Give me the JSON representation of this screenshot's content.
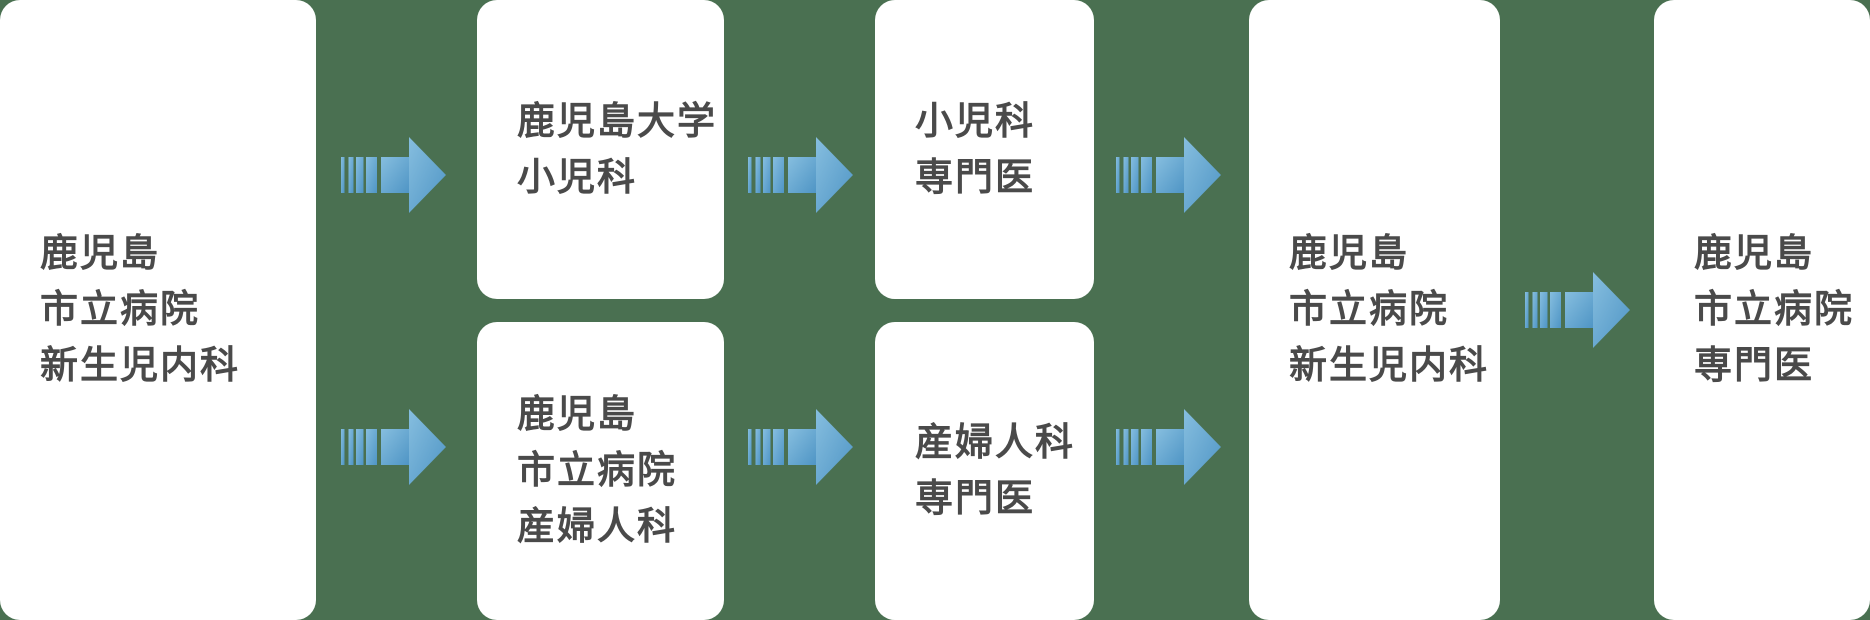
{
  "diagram": {
    "title": "medical training career flow",
    "colors": {
      "background": "#4a7051",
      "box": "#ffffff",
      "text": "#4a4a4a",
      "arrow_light": "#86bedf",
      "arrow_dark": "#4f95c5"
    },
    "nodes": [
      {
        "id": "start-city-hospital-neonatal",
        "lines": [
          "鹿児島",
          "市立病院",
          "新生児内科"
        ]
      },
      {
        "id": "kagoshima-univ-pediatrics",
        "lines": [
          "鹿児島大学",
          "小児科"
        ]
      },
      {
        "id": "city-hospital-obgyn",
        "lines": [
          "鹿児島",
          "市立病院",
          "産婦人科"
        ]
      },
      {
        "id": "pediatrics-specialist",
        "lines": [
          "小児科",
          "専門医"
        ]
      },
      {
        "id": "obgyn-specialist",
        "lines": [
          "産婦人科",
          "専門医"
        ]
      },
      {
        "id": "city-hospital-neonatal",
        "lines": [
          "鹿児島",
          "市立病院",
          "新生児内科"
        ]
      },
      {
        "id": "city-hospital-specialist",
        "lines": [
          "鹿児島",
          "市立病院",
          "専門医"
        ]
      }
    ]
  }
}
